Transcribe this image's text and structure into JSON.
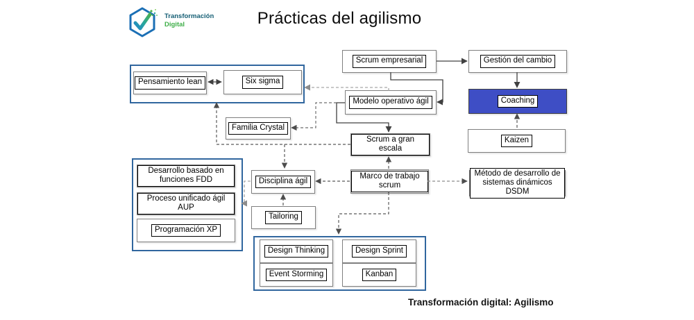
{
  "header": {
    "title": "Prácticas del agilismo",
    "logo": {
      "line1": "Transformación",
      "line2": "Digital"
    }
  },
  "footer": {
    "caption": "Transformación digital: Agilismo"
  },
  "colors": {
    "group_border_blue": "#30669e",
    "coaching_fill": "#3e4ec5",
    "node_border_gray": "#7f7f7f",
    "label_border_black": "#000000",
    "solid_line": "#404040",
    "dashed_dark": "#595959",
    "dashed_light": "#a6a6a6",
    "logo_blue": "#1b6fb5",
    "logo_teal_text": "#145e74",
    "logo_green": "#3eae48"
  },
  "diagram": {
    "nodes": {
      "pensamiento_lean": "Pensamiento lean",
      "six_sigma": "Six sigma",
      "familia_crystal": "Familia Crystal",
      "scrum_empresarial": "Scrum empresarial",
      "gestion_cambio": "Gestión del cambio",
      "modelo_operativo": "Modelo operativo ágil",
      "coaching": "Coaching",
      "kaizen": "Kaizen",
      "scrum_gran_escala": "Scrum a gran escala",
      "marco_trabajo": "Marco de trabajo scrum",
      "disciplina_agil": "Disciplina ágil",
      "tailoring": "Tailoring",
      "dsdm": "Método de desarrollo de sistemas dinámicos DSDM",
      "fdd": "Desarrollo basado en funciones FDD",
      "aup": "Proceso unificado ágil AUP",
      "xp": "Programación XP",
      "design_thinking": "Design Thinking",
      "design_sprint": "Design Sprint",
      "event_storming": "Event Storming",
      "kanban": "Kanban"
    },
    "edges": [
      {
        "from": "scrum_empresarial",
        "to": "gestion_cambio",
        "style": "solid"
      },
      {
        "from": "gestion_cambio",
        "to": "coaching",
        "style": "solid"
      },
      {
        "from": "scrum_empresarial",
        "to": "modelo_operativo",
        "style": "solid"
      },
      {
        "from": "modelo_operativo",
        "to": "scrum_gran_escala",
        "style": "solid"
      },
      {
        "from": "pensamiento_lean",
        "to": "six_sigma",
        "style": "solid-bidirectional"
      },
      {
        "from": "kaizen",
        "to": "coaching",
        "style": "dashed"
      },
      {
        "from": "marco_trabajo",
        "to": "scrum_gran_escala",
        "style": "dashed"
      },
      {
        "from": "marco_trabajo",
        "to": "disciplina_agil",
        "style": "dashed"
      },
      {
        "from": "marco_trabajo",
        "to": "dsdm",
        "style": "dashed"
      },
      {
        "from": "marco_trabajo",
        "to": "group_design",
        "style": "dashed"
      },
      {
        "from": "tailoring",
        "to": "disciplina_agil",
        "style": "dashed"
      },
      {
        "from": "scrum_gran_escala",
        "to": "group_lean_sixsigma",
        "style": "dashed"
      },
      {
        "from": "scrum_gran_escala",
        "to": "disciplina_agil",
        "style": "dashed"
      },
      {
        "from": "modelo_operativo",
        "to": "familia_crystal",
        "style": "dashed"
      },
      {
        "from": "modelo_operativo",
        "to": "group_lean_sixsigma",
        "style": "dashed-light"
      },
      {
        "from": "disciplina_agil",
        "to": "group_fdd",
        "style": "dashed-light"
      }
    ]
  }
}
